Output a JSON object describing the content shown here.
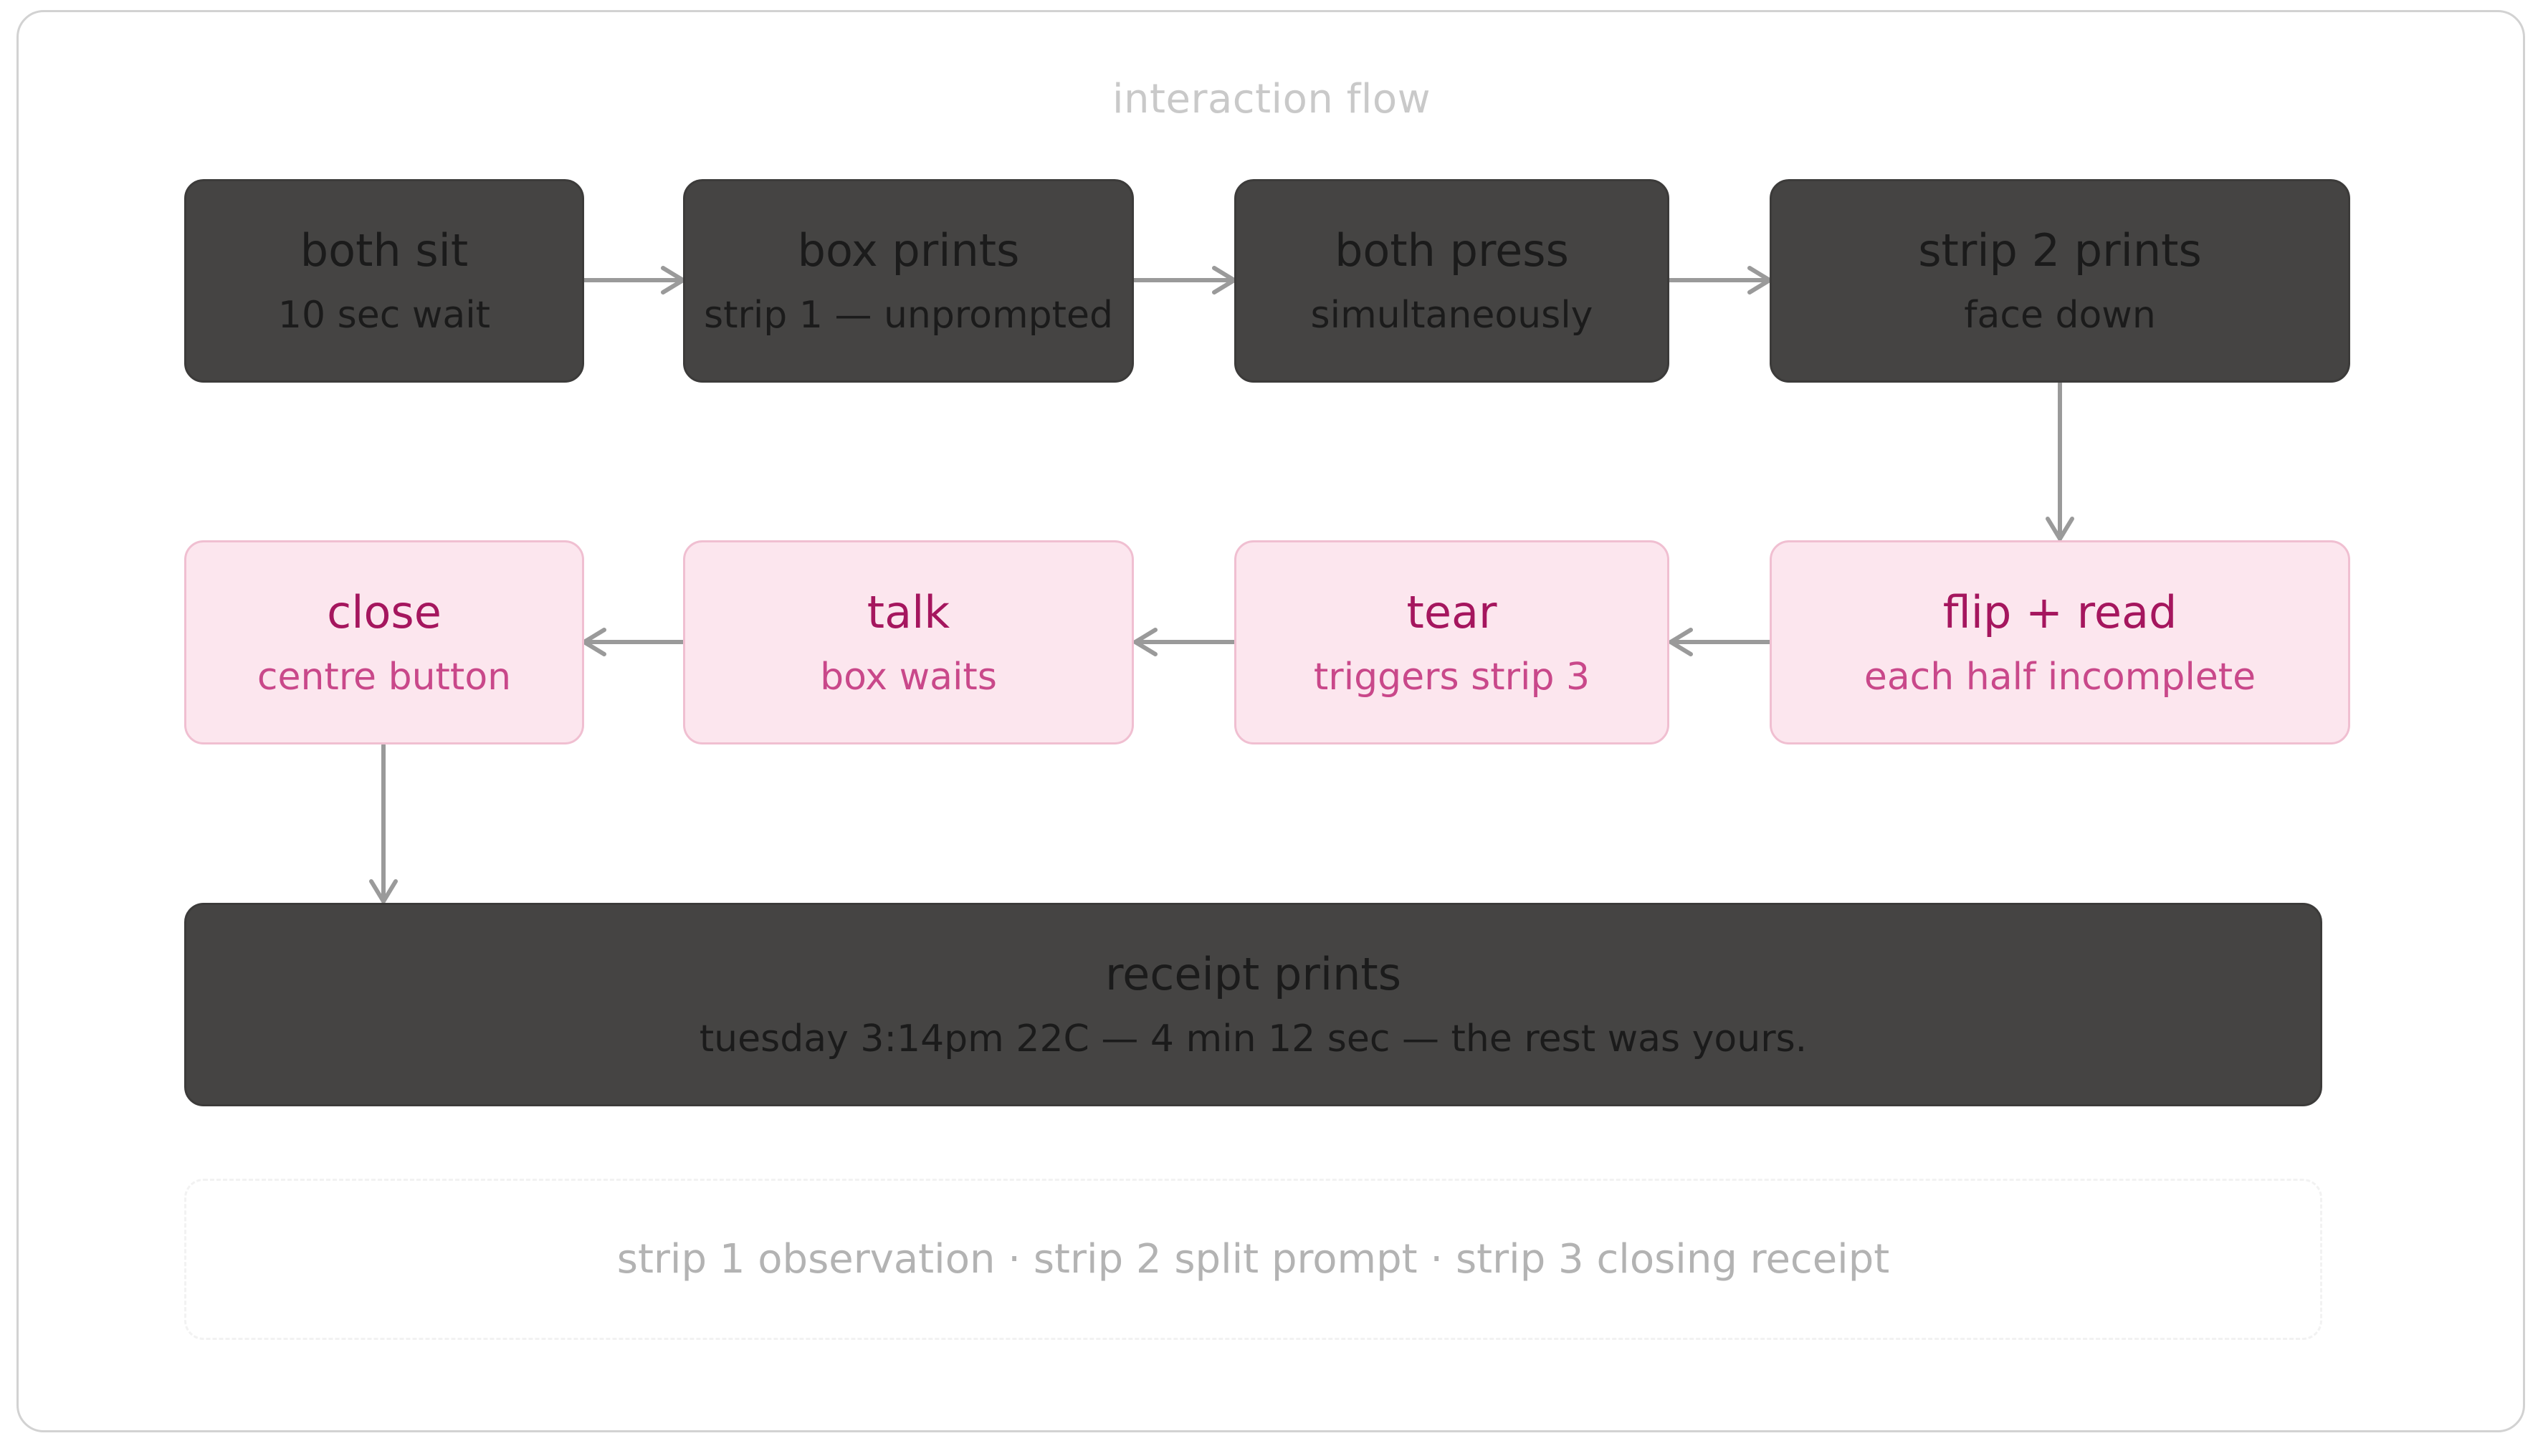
{
  "title": "interaction flow",
  "nodes": {
    "both_sit": {
      "main": "both sit",
      "sub": "10 sec wait"
    },
    "box_prints": {
      "main": "box prints",
      "sub": "strip 1 — unprompted"
    },
    "both_press": {
      "main": "both press",
      "sub": "simultaneously"
    },
    "strip2_prints": {
      "main": "strip 2 prints",
      "sub": "face down"
    },
    "flip_read": {
      "main": "flip + read",
      "sub": "each half incomplete"
    },
    "tear": {
      "main": "tear",
      "sub": "triggers strip 3"
    },
    "talk": {
      "main": "talk",
      "sub": "box waits"
    },
    "close": {
      "main": "close",
      "sub": "centre button"
    },
    "receipt": {
      "main": "receipt prints",
      "sub": "tuesday 3:14pm 22C — 4 min 12 sec — the rest was yours."
    }
  },
  "footer": "strip 1 observation · strip 2 split prompt · strip 3 closing receipt",
  "colors": {
    "dark_node": "#454443",
    "pink_node": "#fce6ee",
    "pink_text": "#a5165e",
    "connector": "#9a9a9a"
  }
}
